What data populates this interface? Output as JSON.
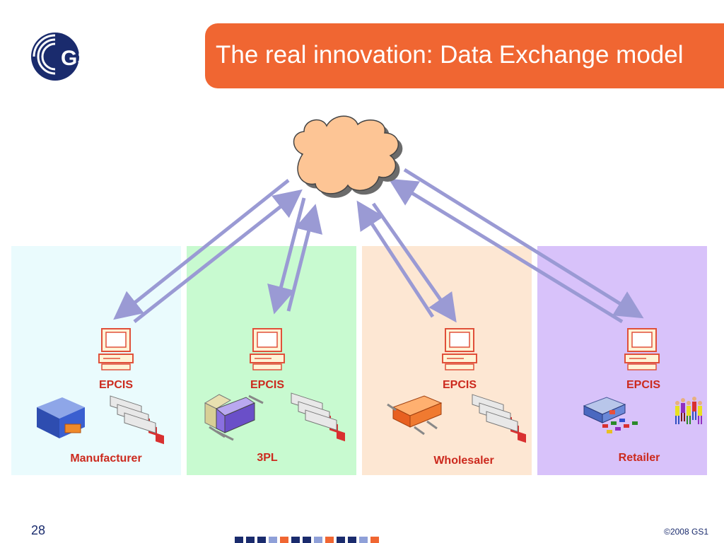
{
  "title": "The real innovation: Data Exchange model",
  "logo": {
    "text": "GS1",
    "icon": "gs1-logo"
  },
  "panels": [
    {
      "name": "Manufacturer",
      "epcis": "EPCIS",
      "color": "#eafbfd"
    },
    {
      "name": "3PL",
      "epcis": "EPCIS",
      "color": "#c8fad0"
    },
    {
      "name": "Wholesaler",
      "epcis": "EPCIS",
      "color": "#fde7d3"
    },
    {
      "name": "Retailer",
      "epcis": "EPCIS",
      "color": "#d8c2fa"
    }
  ],
  "cloud": {
    "icon": "cloud-icon",
    "color": "#fdc595"
  },
  "colors": {
    "accent": "#f06632",
    "label": "#cc2a1e",
    "arrow": "#9a9ad4",
    "navy": "#1a2b6d"
  },
  "footer": {
    "page_number": "28",
    "copyright": "©2008 GS1"
  }
}
